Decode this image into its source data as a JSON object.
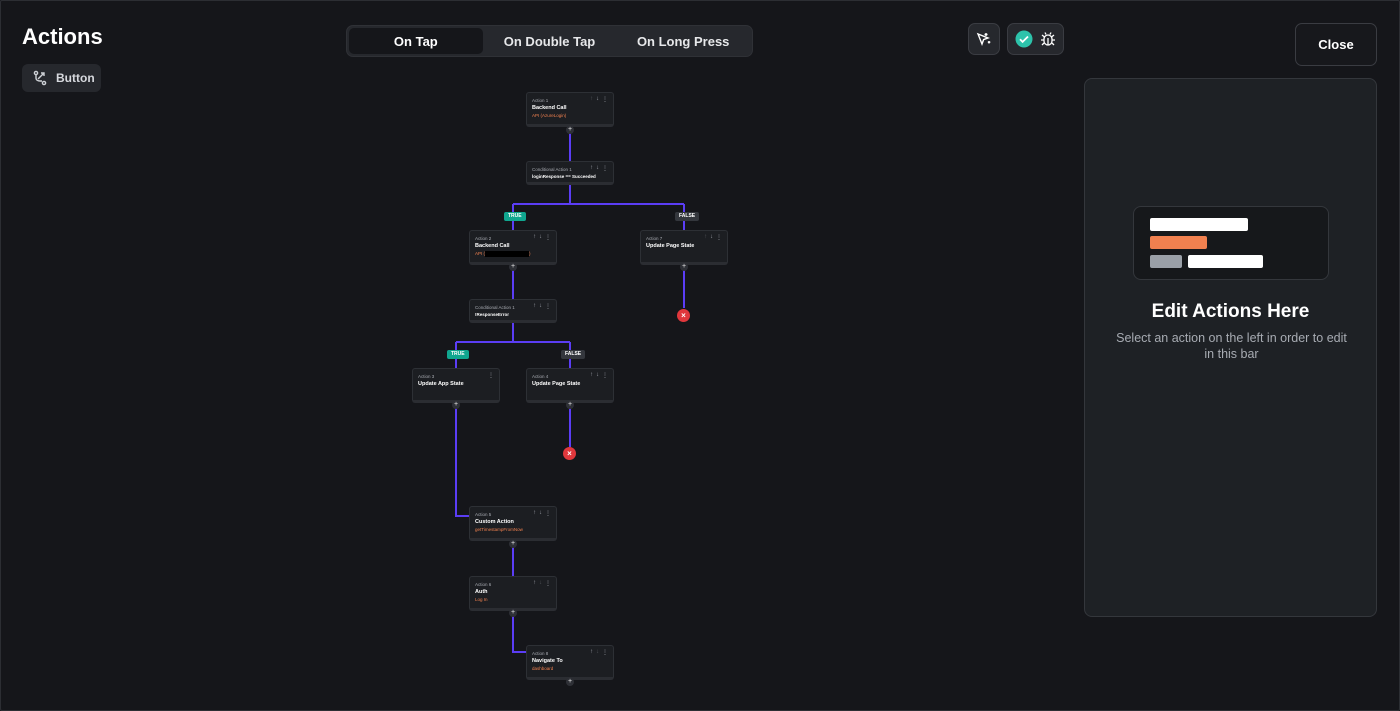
{
  "header": {
    "title": "Actions",
    "widget_chip": "Button"
  },
  "tabs": [
    {
      "label": "On Tap",
      "active": true
    },
    {
      "label": "On Double Tap",
      "active": false
    },
    {
      "label": "On Long Press",
      "active": false
    }
  ],
  "toolbar": {
    "close_label": "Close",
    "check_color": "#2dc3ab"
  },
  "panel": {
    "title": "Edit Actions Here",
    "subtitle": "Select an action on the left in order to edit in this bar"
  },
  "flow": {
    "action1": {
      "label": "Action 1",
      "name": "Backend Call",
      "sub": "API (AzureLogin)"
    },
    "cond1": {
      "label": "Conditional Action 1",
      "name": "loginResponse == Succeeded"
    },
    "action2": {
      "label": "Action 2",
      "name": "Backend Call",
      "sub_prefix": "API (",
      "sub_suffix": ")"
    },
    "action7": {
      "label": "Action 7",
      "name": "Update Page State"
    },
    "cond2": {
      "label": "Conditional Action 1",
      "name": "!ResponseError"
    },
    "action3": {
      "label": "Action 3",
      "name": "Update App State"
    },
    "action4": {
      "label": "Action 4",
      "name": "Update Page State"
    },
    "action5": {
      "label": "Action 5",
      "name": "Custom Action",
      "sub": "getTimestampFromNow"
    },
    "action6": {
      "label": "Action 6",
      "name": "Auth",
      "sub": "Log In"
    },
    "action8": {
      "label": "Action 8",
      "name": "Navigate To",
      "sub": "dashboard"
    },
    "true_label": "TRUE",
    "false_label": "FALSE",
    "line_color": "#5b3df5"
  }
}
